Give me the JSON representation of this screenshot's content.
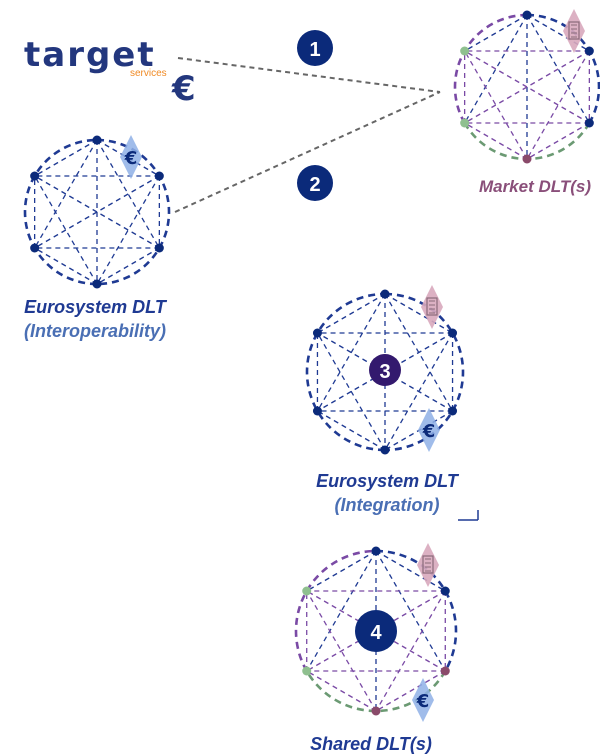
{
  "logo": {
    "word": "target",
    "sub": "services",
    "euro": "€",
    "colors": {
      "navy": "#23377e",
      "orange": "#f08a24"
    }
  },
  "markers": [
    {
      "n": "1"
    },
    {
      "n": "2"
    },
    {
      "n": "3"
    },
    {
      "n": "4"
    }
  ],
  "labels": {
    "market": "Market DLT(s)",
    "eurosystem_interop_title": "Eurosystem DLT",
    "eurosystem_interop_sub": "(Interoperability)",
    "eurosystem_integration_title": "Eurosystem DLT",
    "eurosystem_integration_sub": "(Integration)",
    "shared": "Shared DLT(s)"
  },
  "icons": {
    "euro": "€"
  },
  "colors": {
    "navy": "#1f3a93",
    "dark_navy": "#0b2a7a",
    "purple": "#7a4aa5",
    "green": "#6b9a73",
    "green_node": "#8fc08f",
    "maroon": "#8a4a6a",
    "market_label": "#8a4f7a",
    "sub_label": "#4a6fb4",
    "euro_diamond": "#8fb0e6",
    "building_diamond": "#d8a8bd",
    "connector": "#666666"
  }
}
